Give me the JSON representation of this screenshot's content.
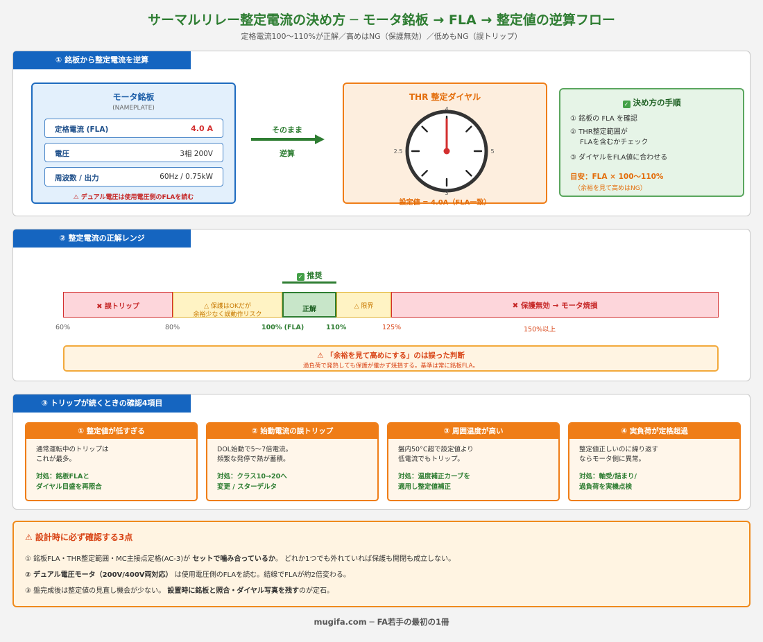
{
  "header": {
    "title": "サーマルリレー整定電流の決め方 ─ モータ銘板 → FLA → 整定値の逆算フロー",
    "subtitle": "定格電流100〜110%が正解／高めはNG（保護無効）／低めもNG（誤トリップ）"
  },
  "section1": {
    "tab": "① 銘板から整定電流を逆算",
    "nameplate": {
      "title": "モータ銘板",
      "subtitle": "(NAMEPLATE)",
      "rows": [
        {
          "key": "定格電流 (FLA)",
          "value": "4.0 A"
        },
        {
          "key": "電圧",
          "value": "3相 200V"
        },
        {
          "key": "周波数 / 出力",
          "value": "60Hz / 0.75kW"
        }
      ],
      "warning": "⚠ デュアル電圧は使用電圧側のFLAを読む"
    },
    "arrow": {
      "top": "そのまま",
      "bottom": "逆算"
    },
    "dial": {
      "title": "THR 整定ダイヤル",
      "labels": {
        "top": "4",
        "left": "2.5",
        "right": "5",
        "bottom": "3"
      },
      "setting": "設定値 = 4.0A（FLA一致）"
    },
    "steps": {
      "title": "決め方の手順",
      "items": [
        "① 銘板の FLA を確認",
        "② THR整定範囲が",
        "FLAを含むかチェック",
        "③ ダイヤルをFLA値に合わせる"
      ],
      "goal": "目安：FLA × 100〜110%",
      "goal_note": "（余裕を見て高めはNG）"
    }
  },
  "section2": {
    "tab": "② 整定電流の正解レンジ",
    "recommended": "推奨",
    "segments": [
      {
        "name": "misstrip",
        "label": "✖ 誤トリップ"
      },
      {
        "name": "caution",
        "label1": "△ 保護はOKだが",
        "label2": "余裕少なく誤動作リスク"
      },
      {
        "name": "correct",
        "label": "正解"
      },
      {
        "name": "limit",
        "label": "△ 限界"
      },
      {
        "name": "no-protection",
        "label": "✖ 保護無効 → モータ焼損"
      }
    ],
    "ticks": [
      "60%",
      "80%",
      "100% (FLA)",
      "110%",
      "125%",
      "150%以上"
    ],
    "warning_title": "⚠ 「余裕を見て高めにする」のは誤った判断",
    "warning_body": "過負荷で発熱しても保護が働かず焼損する。基準は常に銘板FLA。"
  },
  "section3": {
    "tab": "③ トリップが続くときの確認4項目",
    "cards": [
      {
        "title": "① 整定値が低すぎる",
        "body": "通常運転中のトリップは\nこれが最多。",
        "action": "対処：銘板FLAと\nダイヤル目盛を再照合"
      },
      {
        "title": "② 始動電流の誤トリップ",
        "body": "DOL始動で5〜7倍電流。\n頻繁な発停で熱が蓄積。",
        "action": "対処：クラス10→20へ\n変更 / スターデルタ"
      },
      {
        "title": "③ 周囲温度が高い",
        "body": "盤内50°C超で設定値より\n低電流でもトリップ。",
        "action": "対処：温度補正カーブを\n適用し整定値補正"
      },
      {
        "title": "④ 実負荷が定格超過",
        "body": "整定値正しいのに繰り返す\nならモータ側に異常。",
        "action": "対処：軸受/詰まり/\n過負荷を実機点検"
      }
    ]
  },
  "bottom": {
    "title": "⚠ 設計時に必ず確認する3点",
    "line1_a": "① 銘板FLA・THR整定範囲・MC主接点定格(AC-3)が ",
    "line1_b": "セットで噛み合っているか",
    "line1_c": "。 どれか1つでも外れていれば保護も開閉も成立しない。",
    "line2_a": "② デュアル電圧モータ（200V/400V両対応）",
    "line2_b": " は使用電圧側のFLAを読む。結線でFLAが約2倍変わる。",
    "line3_a": "③ 盤完成後は整定値の見直し機会が少ない。 ",
    "line3_b": "設置時に銘板と照合・ダイヤル写真を残す",
    "line3_c": "のが定石。"
  },
  "footer": "mugifa.com ─ FA若手の最初の1冊",
  "colors": {
    "blue": "#1565c0",
    "green": "#2e7d32",
    "orange": "#ef7d17",
    "red": "#d32f2f"
  }
}
